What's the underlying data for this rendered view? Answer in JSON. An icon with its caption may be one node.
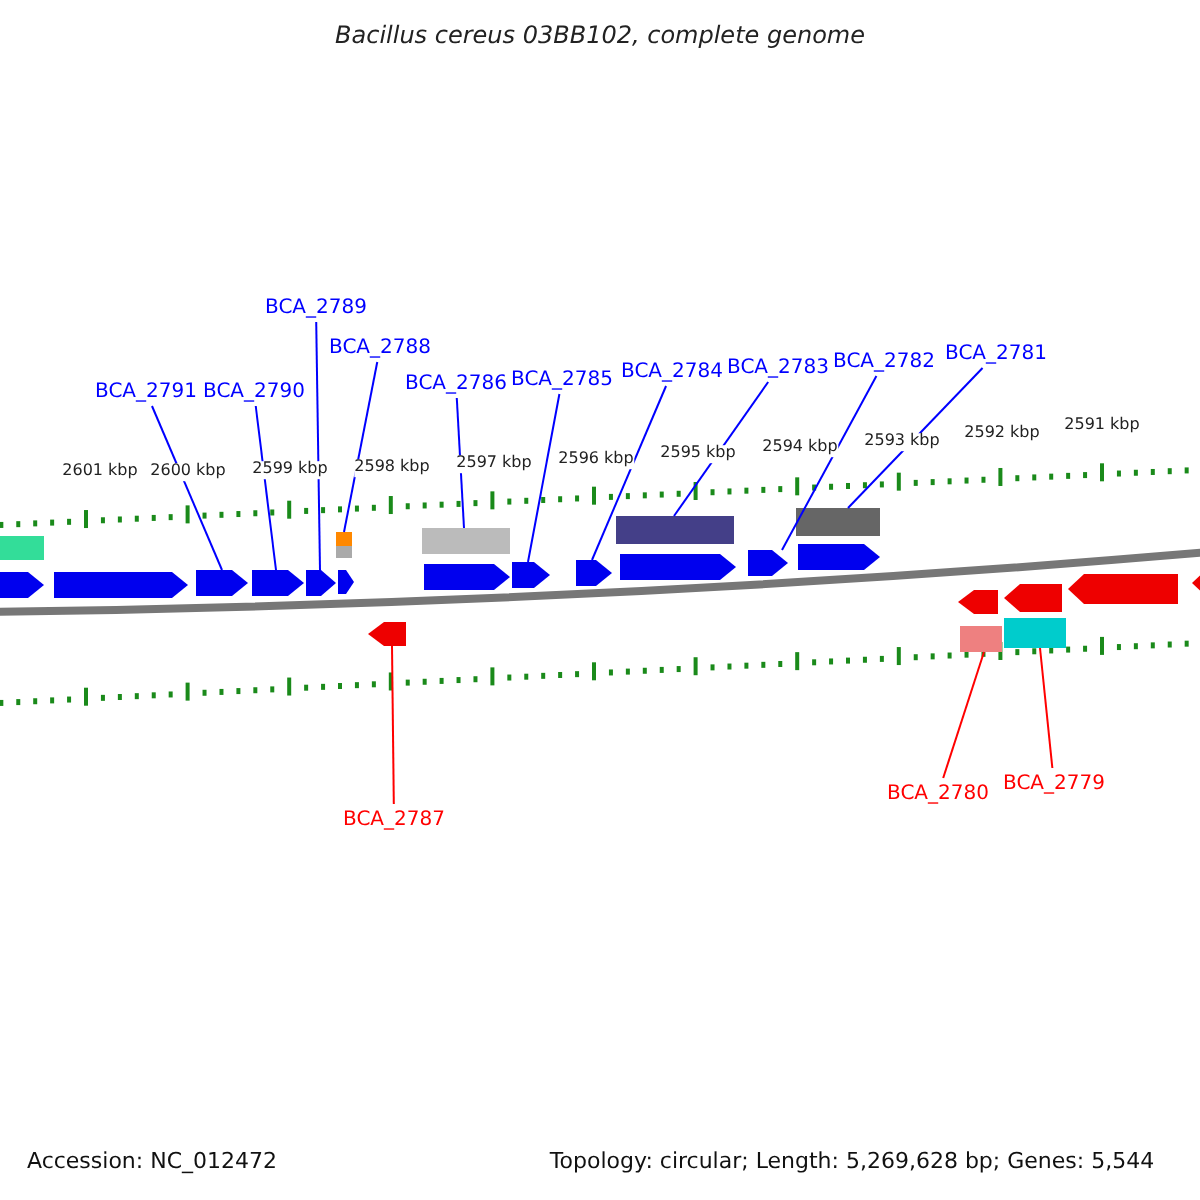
{
  "diagram": {
    "title": "Bacillus cereus 03BB102, complete genome",
    "nodes": [
      {
        "text": [
          "BCA_2791"
        ]
      },
      {
        "text": [
          "BCA_2790"
        ]
      },
      {
        "text": [
          "BCA_2789"
        ]
      },
      {
        "text": [
          "BCA_2788"
        ]
      },
      {
        "text": [
          "BCA_2786"
        ]
      },
      {
        "text": [
          "BCA_2785"
        ]
      },
      {
        "text": [
          "BCA_2784"
        ]
      },
      {
        "text": [
          "BCA_2783"
        ]
      },
      {
        "text": [
          "BCA_2782"
        ]
      },
      {
        "text": [
          "BCA_2781"
        ]
      },
      {
        "text": [
          "BCA_2787"
        ]
      },
      {
        "text": [
          "BCA_2780"
        ]
      },
      {
        "text": [
          "BCA_2779"
        ]
      },
      {
        "text": [],
        "shape": "bar"
      },
      {
        "text": [],
        "shape": "pentagon"
      },
      {
        "text": [],
        "shape": "pentagon"
      },
      {
        "text": [],
        "shape": "pentagon"
      },
      {
        "text": [],
        "shape": "pentagon"
      },
      {
        "text": [],
        "shape": "pentagon"
      },
      {
        "text": [],
        "shape": "bar"
      },
      {
        "text": [],
        "shape": "bar"
      },
      {
        "text": [],
        "shape": "pentagon"
      },
      {
        "text": [],
        "shape": "pentagon"
      },
      {
        "text": [],
        "shape": "bar"
      },
      {
        "text": [],
        "shape": "pentagon"
      },
      {
        "text": [],
        "shape": "pentagon"
      },
      {
        "text": [],
        "shape": "pentagon"
      },
      {
        "text": [],
        "shape": "bar"
      },
      {
        "text": [],
        "shape": "pentagon"
      },
      {
        "text": [],
        "shape": "pentagon"
      },
      {
        "text": [],
        "shape": "bar"
      },
      {
        "text": [],
        "shape": "pentagon"
      },
      {
        "text": [],
        "shape": "pentagon"
      },
      {
        "text": [],
        "shape": "bar"
      },
      {
        "text": [],
        "shape": "pentagon"
      },
      {
        "text": [],
        "shape": "bar"
      },
      {
        "text": [],
        "shape": "pentagon"
      },
      {
        "text": [],
        "shape": "pentagon"
      }
    ],
    "edges": [
      {
        "from": 0,
        "to": 16,
        "arrow": "none"
      },
      {
        "from": 1,
        "to": 17,
        "arrow": "none"
      },
      {
        "from": 2,
        "to": 18,
        "arrow": "none"
      },
      {
        "from": 3,
        "to": 19,
        "arrow": "none"
      },
      {
        "from": 4,
        "to": 23,
        "arrow": "none"
      },
      {
        "from": 5,
        "to": 25,
        "arrow": "none"
      },
      {
        "from": 6,
        "to": 26,
        "arrow": "none"
      },
      {
        "from": 7,
        "to": 27,
        "arrow": "none"
      },
      {
        "from": 8,
        "to": 29,
        "arrow": "none"
      },
      {
        "from": 9,
        "to": 30,
        "arrow": "none"
      },
      {
        "from": 10,
        "to": 22,
        "arrow": "none",
        "color": "#ff0000"
      },
      {
        "from": 11,
        "to": 33,
        "arrow": "none",
        "color": "#ff0000"
      },
      {
        "from": 12,
        "to": 35,
        "arrow": "none",
        "color": "#ff0000"
      }
    ],
    "labels": [
      "2601 kbp",
      "2600 kbp",
      "2599 kbp",
      "2598 kbp",
      "2597 kbp",
      "2596 kbp",
      "2595 kbp",
      "2594 kbp",
      "2593 kbp",
      "2592 kbp",
      "2591 kbp",
      "Accession: NC_012472",
      "Topology: circular; Length: 5,269,628 bp; Genes: 5,544"
    ]
  }
}
